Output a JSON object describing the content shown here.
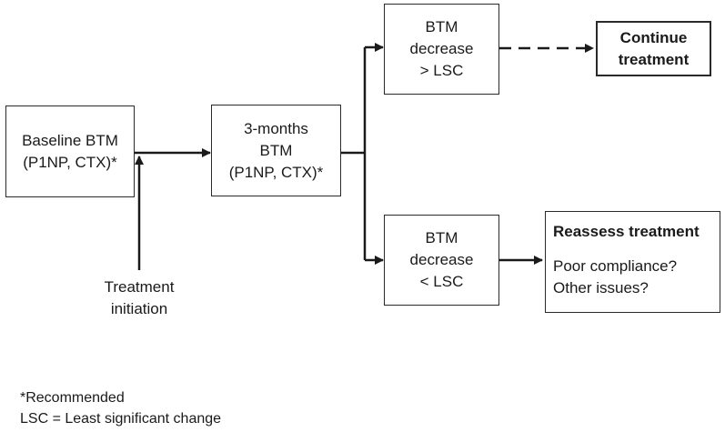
{
  "nodes": {
    "baseline": {
      "lines": [
        "Baseline BTM",
        "(P1NP, CTX)*"
      ]
    },
    "three_months": {
      "lines": [
        "3-months",
        "BTM",
        "(P1NP, CTX)*"
      ]
    },
    "decrease_gt": {
      "lines": [
        "BTM",
        "decrease",
        "> LSC"
      ]
    },
    "decrease_lt": {
      "lines": [
        "BTM",
        "decrease",
        "< LSC"
      ]
    },
    "continue": {
      "lines": [
        "Continue",
        "treatment"
      ]
    },
    "reassess": {
      "title": "Reassess treatment",
      "lines": [
        "Poor compliance?",
        "Other issues?"
      ]
    }
  },
  "labels": {
    "treatment_initiation": [
      "Treatment",
      "initiation"
    ]
  },
  "footnotes": {
    "recommended": "*Recommended",
    "lsc": "LSC = Least significant change"
  }
}
